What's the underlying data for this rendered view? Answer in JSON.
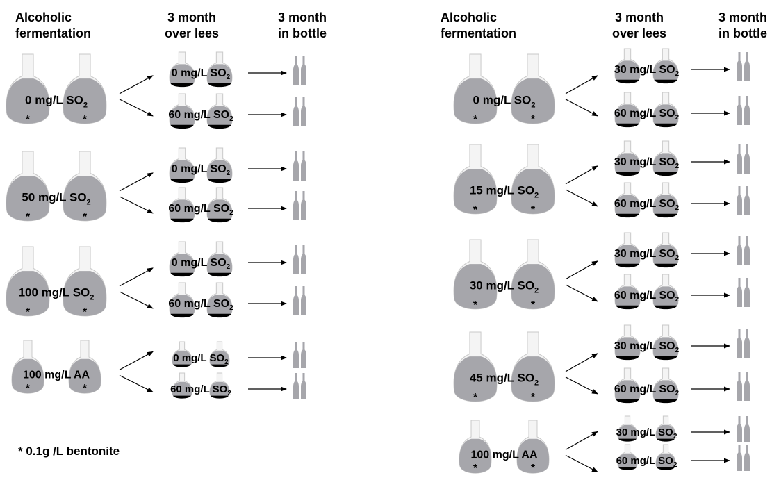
{
  "headers": {
    "fermentation": [
      "Alcoholic",
      "fermentation"
    ],
    "lees": [
      "3 month",
      "over lees"
    ],
    "bottle": [
      "3 month",
      "in bottle"
    ]
  },
  "footnote": "* 0.1g /L bentonite",
  "asterisk": "*",
  "colors": {
    "wine": "#a6a6ab",
    "lees": "#000000",
    "arrow": "#000000"
  },
  "experiments": [
    {
      "groups": [
        {
          "label": "0 mg/L SO₂",
          "branches": [
            "0 mg/L SO₂",
            "60 mg/L SO₂"
          ]
        },
        {
          "label": "50 mg/L SO₂",
          "branches": [
            "0 mg/L SO₂",
            "60 mg/L SO₂"
          ]
        },
        {
          "label": "100 mg/L SO₂",
          "branches": [
            "0 mg/L SO₂",
            "60 mg/L SO₂"
          ]
        },
        {
          "label": "100 mg/L AA",
          "branches": [
            "0 mg/L SO₂",
            "60 mg/L SO₂"
          ]
        }
      ]
    },
    {
      "groups": [
        {
          "label": "0 mg/L SO₂",
          "branches": [
            "30 mg/L SO₂",
            "60 mg/L SO₂"
          ]
        },
        {
          "label": "15 mg/L SO₂",
          "branches": [
            "30 mg/L SO₂",
            "60 mg/L SO₂"
          ]
        },
        {
          "label": "30 mg/L SO₂",
          "branches": [
            "30 mg/L SO₂",
            "60 mg/L SO₂"
          ]
        },
        {
          "label": "45 mg/L SO₂",
          "branches": [
            "30 mg/L SO₂",
            "60 mg/L SO₂"
          ]
        },
        {
          "label": "100 mg/L AA",
          "branches": [
            "30 mg/L SO₂",
            "60 mg/L SO₂"
          ]
        }
      ]
    }
  ]
}
